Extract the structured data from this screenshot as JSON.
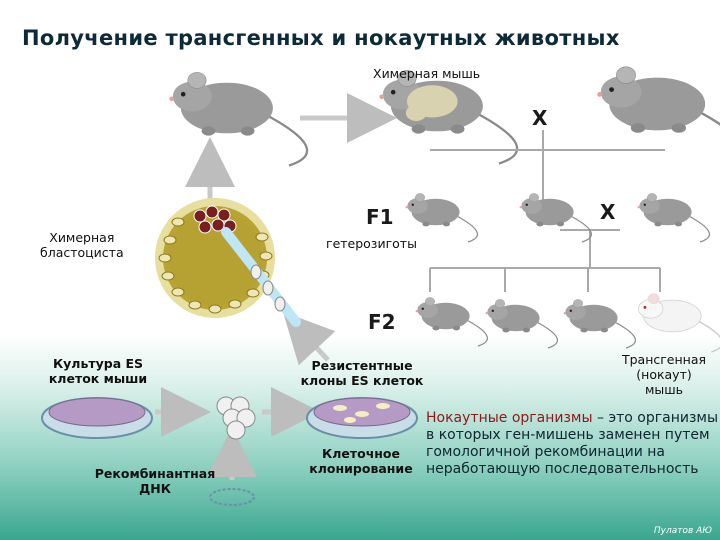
{
  "title": "Получение трансгенных и нокаутных животных",
  "labels": {
    "chimeric_mouse": "Химерная мышь",
    "cross_top": "Х",
    "cross_f1": "Х",
    "f1": "F1",
    "heterozygotes": "гетерозиготы",
    "f2": "F2",
    "chimeric_blastocyst_line1": "Химерная",
    "chimeric_blastocyst_line2": "бластоциста",
    "es_culture_line1": "Культура ES",
    "es_culture_line2": "клеток мыши",
    "resistant_line1": "Резистентные",
    "resistant_line2": "клоны ES клеток",
    "transgenic_line1": "Трансгенная",
    "transgenic_line2": "(нокаут)",
    "transgenic_line3": "мышь",
    "cell_cloning_line1": "Клеточное",
    "cell_cloning_line2": "клонирование",
    "recombinant_line1": "Рекомбинантная",
    "recombinant_line2": "ДНК"
  },
  "definition": {
    "head": "Нокаутные организмы",
    "body": " – это организмы в которых ген-мишень заменен путем гомологичной рекомбинации на неработающую последовательность"
  },
  "credit": "Пулатов АЮ",
  "colors": {
    "mouse_gray": "#9a9a9a",
    "mouse_white": "#f4f4f4",
    "chimera_patch": "#d9d2b0",
    "blastocyst_fill": "#b8a436",
    "arrow": "#d0d0d0",
    "title": "#0c2a38"
  }
}
